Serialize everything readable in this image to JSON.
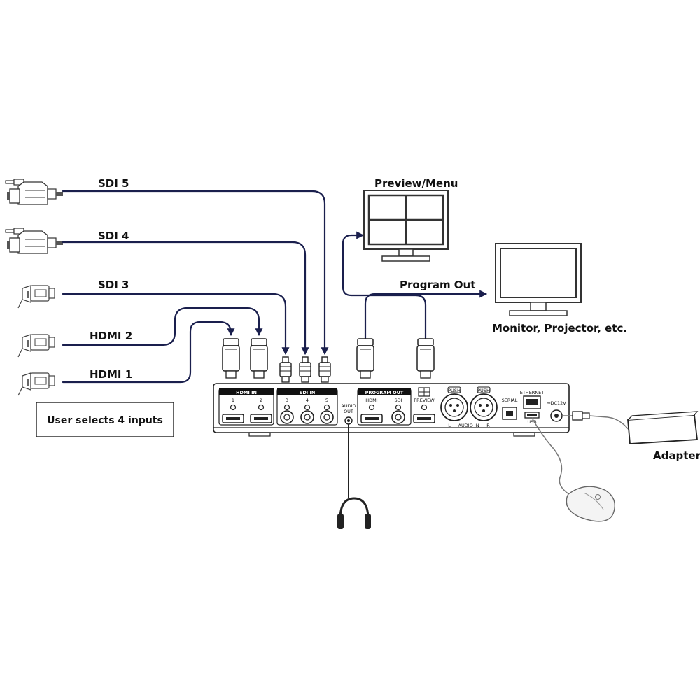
{
  "inputs": {
    "sdi5": "SDI 5",
    "sdi4": "SDI 4",
    "sdi3": "SDI 3",
    "hdmi2": "HDMI 2",
    "hdmi1": "HDMI 1"
  },
  "note": "User selects 4 inputs",
  "outputs": {
    "preview": "Preview/Menu",
    "program": "Program Out",
    "monitor": "Monitor,  Projector,  etc.",
    "adapter": "Adapter"
  },
  "panel": {
    "hdmi_in": "HDMI IN",
    "hdmi_1": "1",
    "hdmi_2": "2",
    "sdi_in": "SDI IN",
    "sdi_3": "3",
    "sdi_4": "4",
    "sdi_5": "5",
    "audio_out_1": "AUDIO",
    "audio_out_2": "OUT",
    "program_out": "PROGRAM OUT",
    "prog_hdmi": "HDMI",
    "prog_sdi": "SDI",
    "preview": "PREVIEW",
    "push_l": "PUSH",
    "push_r": "PUSH",
    "audio_in": "L — AUDIO IN — R",
    "serial": "SERIAL",
    "ethernet": "ETHERNET",
    "usb": "USB",
    "dc": "⎓DC12V"
  }
}
